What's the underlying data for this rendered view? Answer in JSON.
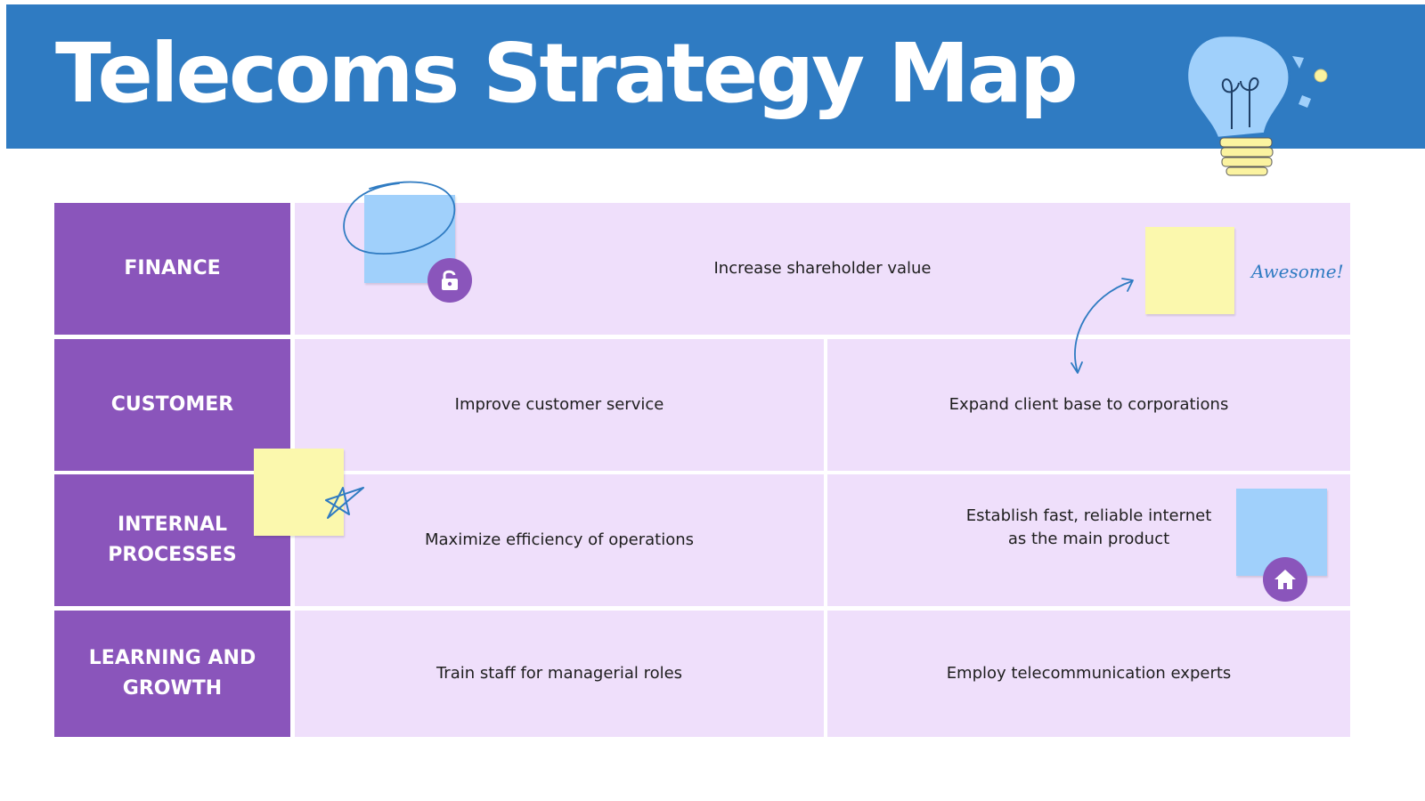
{
  "header": {
    "title": "Telecoms Strategy Map"
  },
  "colors": {
    "header_bg": "#2f7bc2",
    "label_bg": "#8a55bb",
    "cell_bg": "#efdffb",
    "note_blue": "#a0d0fb",
    "note_yellow": "#fbf8ad"
  },
  "map": {
    "rows": [
      {
        "label": "FINANCE",
        "values": [
          "Increase shareholder value"
        ]
      },
      {
        "label": "CUSTOMER",
        "values": [
          "Improve customer service",
          "Expand client base to corporations"
        ]
      },
      {
        "label": "INTERNAL\nPROCESSES",
        "values": [
          "Maximize efficiency of operations",
          "Establish fast, reliable internet\nas the main product"
        ]
      },
      {
        "label": "LEARNING AND\nGROWTH",
        "values": [
          "Train staff for managerial roles",
          "Employ telecommunication experts"
        ]
      }
    ]
  },
  "annotations": {
    "awesome": "Awesome!"
  },
  "icons": [
    "lightbulb-icon",
    "unlock-icon",
    "home-icon",
    "star-doodle-icon",
    "circle-doodle",
    "curved-arrow"
  ]
}
